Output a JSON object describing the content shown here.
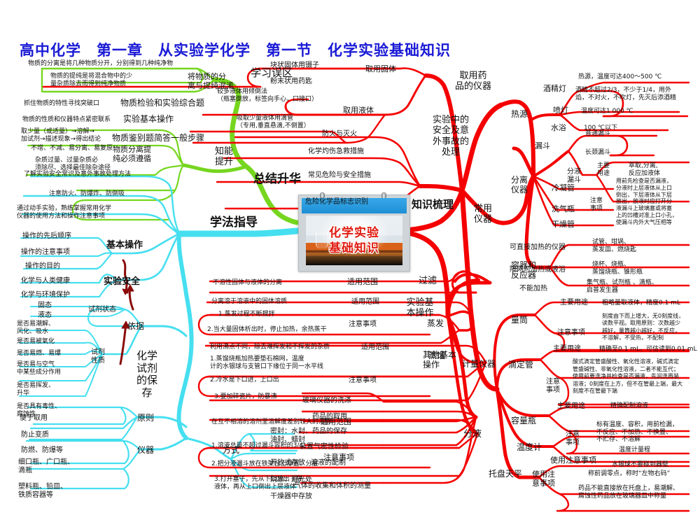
{
  "title": "高中化学　第一章　从实验学化学　第一节　化学实验基础知识",
  "center_card": {
    "line1": "化学实验",
    "line2": "基础知识"
  },
  "colors": {
    "title": "#1a1ad6",
    "green_branch": "#76d61f",
    "cyan_branch": "#46dff0",
    "red_branch": "#f40000",
    "card_text": "#e01b10"
  },
  "branches": {
    "green": {
      "name": "总结升华",
      "topics": [
        {
          "label": "学习误区",
          "children": [
            {
              "label": "将物质的分\n离与提纯混淆",
              "leaves": [
                "物质的分离是将几种物质分开，分别得到几种纯净物",
                "物质的提纯是将混合物中的少\n量杂质除去而得到纯净物质"
              ]
            }
          ]
        },
        {
          "label": "知能\n提升",
          "children": [
            {
              "label": "物质检验和实验综合题",
              "leaves": [
                "抓住物质的特性寻找突破口"
              ]
            },
            {
              "label": "实验基本操作",
              "leaves": [
                "物质的性质和仪器特点紧密联系"
              ]
            },
            {
              "label": "物质鉴别题简答一般步骤",
              "leaves": [
                "取少量（或适量）→溶解→\n加试剂→描述现象→得出结论"
              ]
            },
            {
              "label": "物质分离提\n纯必须遵循",
              "leaves": [
                "不增、不减、易分离、易复原",
                "杂质过量、过量杂质必\n须除尽、选择最佳除杂途径"
              ]
            }
          ]
        }
      ]
    },
    "cyan": {
      "name": "学法指导",
      "topics": [
        {
          "label": "",
          "leaves": [
            "了解实验安全常识及意外事故处理方法",
            "注意防火、防爆炸、防倒吸",
            "通过动手实验，熟练掌握常用化学\n仪器的使用方法和操作注意事项"
          ]
        },
        {
          "label": "基本操作",
          "leaves": [
            "操作的先后顺序",
            "操作的注意事项",
            "操作的目的"
          ]
        },
        {
          "label": "实验安全",
          "leaves": [
            "化学与人类健康",
            "化学与环境保护"
          ]
        },
        {
          "label": "化学\n试剂\n的保\n存",
          "children": [
            {
              "label": "依据",
              "subs": [
                {
                  "label": "试剂状态",
                  "leaves": [
                    "固态",
                    "液态"
                  ]
                },
                {
                  "label": "试剂\n性质",
                  "leaves": [
                    "是否易潮解、\n风化、吸水",
                    "是否易被氧化",
                    "是否易燃、易爆",
                    "是否易与空气\n中某些成分作用",
                    "是否易挥发、\n升华",
                    "是否具有毒性、\n腐蚀性"
                  ]
                }
              ]
            },
            {
              "label": "原则",
              "leaves": [
                "便于取用",
                "防止变质",
                "防燃、防爆等"
              ]
            },
            {
              "label": "仪器",
              "leaves": [
                "细口瓶、广口瓶、\n滴瓶",
                "塑料瓶、铅皿、\n铁质容器等"
              ]
            },
            {
              "label": "方式",
              "leaves": [
                "密封：水封、\n油封、蜡封",
                "开放式存放",
                "阴凉、避光处",
                "干燥器中存放"
              ]
            }
          ]
        }
      ]
    },
    "red": {
      "name": "知识梳理",
      "topics": [
        {
          "label": "取用药\n品的仪器",
          "children": [
            {
              "label": "取用固体",
              "leaves": [
                "块状固体用镊子",
                "粉末状用药匙"
              ]
            },
            {
              "label": "取用液体",
              "leaves": [
                "较多液体用倾倒法\n（瓶塞倒放，标签向手心，口接口）",
                "吸取少量液体用滴管\n（专用,垂直悬滴,不倒置）"
              ]
            }
          ]
        },
        {
          "label": "实验中的\n安全及意\n外事故的\n处理",
          "leaves": [
            "防火与灭火",
            "化学灼伤急救措施",
            "常见危险与安全措施",
            "危险化学品标志识别"
          ]
        },
        {
          "label": "常用\n仪器",
          "children": [
            {
              "label": "热源",
              "subs": [
                {
                  "label": "酒精灯",
                  "leaves": [
                    "热源，温度可达400～500 ℃",
                    "酒精不超过2/3，不少于1/4，用外\n焰，不对火，不吹灯，先灭后添酒精"
                  ]
                },
                {
                  "label": "喷灯",
                  "leaves": [
                    "温度可达1 000 ℃"
                  ]
                },
                {
                  "label": "水浴",
                  "leaves": [
                    "100 ℃以下"
                  ]
                }
              ]
            },
            {
              "label": "分离\n仪器",
              "subs": [
                {
                  "label": "漏斗",
                  "leaves": [
                    "普通漏斗",
                    "长颈漏斗"
                  ]
                },
                {
                  "label": "分液\n漏斗",
                  "leaves": [
                    "主要\n用途",
                    "萃取,分离,\n反应加液体",
                    "注意\n事项",
                    "用前先检查是否漏液，\n分液时上层液体从上口\n倒出，下层液体从下层\n放出，放液时应打开分\n液漏斗上玻璃塞或将塞\n上的凹槽对准上口小孔，\n使漏斗内外大气压相等"
                  ]
                },
                {
                  "label": "冷凝管",
                  "leaves": []
                },
                {
                  "label": "洗气瓶",
                  "leaves": []
                },
                {
                  "label": "干燥管",
                  "leaves": []
                }
              ]
            },
            {
              "label": "容器和\n反应器",
              "subs": [
                {
                  "label": "可直接加热的仪器",
                  "leaves": [
                    "试管、坩埚、\n蒸发皿、燃烧匙"
                  ]
                },
                {
                  "label": "隔网可加热或液浴",
                  "leaves": [
                    "烧杯、烧瓶、\n蒸馏烧瓶、锥形瓶"
                  ]
                },
                {
                  "label": "不能加热",
                  "leaves": [
                    "集气瓶、试剂瓶 、滴瓶、\n启普发生器"
                  ]
                }
              ]
            }
          ]
        },
        {
          "label": "计量仪器",
          "children": [
            {
              "label": "量筒",
              "subs": [
                {
                  "label": "主要用途",
                  "leaves": [
                    "粗略量取液体，精度0.1 mL"
                  ]
                },
                {
                  "label": "注意事项",
                  "leaves": [
                    "刻度由下而上增大，无0刻度线，\n读数平视。取用原则：次数越少\n越好，量筒越小越好，不反应，\n不溶解，不受热，不配制"
                  ]
                }
              ]
            },
            {
              "label": "滴定管",
              "subs": [
                {
                  "label": "主要用途",
                  "leaves": [
                    "精确至0.1 mL，可估读到0.01 mL"
                  ]
                },
                {
                  "label": "注意\n事项",
                  "leaves": [
                    "酸式滴定管盛酸性、氧化性溶液，碱式滴定\n管盛碱性、非氧化性溶液，二者不能互代；\n使用前要洗净并检查是否漏液，先润洗再装\n溶液；0刻度在上方，但不在管最上端，最大\n刻度不在管最下端"
                  ]
                }
              ]
            },
            {
              "label": "容量瓶",
              "subs": [
                {
                  "label": "主要用途",
                  "leaves": [
                    "精确配制溶液"
                  ]
                },
                {
                  "label": "注意\n事项",
                  "leaves": [
                    "标有温度、容积，用前检漏，\n不反应、不加热、不换置、\n不贮存、不溶解"
                  ]
                }
              ]
            },
            {
              "label": "温度计",
              "subs": [
                {
                  "label": "使用注意事项",
                  "leaves": [
                    "温度计量程",
                    "水银球不要碰到器壁"
                  ]
                }
              ]
            },
            {
              "label": "托盘天平",
              "subs": [
                {
                  "label": "使用注\n意事项",
                  "leaves": [
                    "称前调零点，称时“左物右码”",
                    "药品不能直接放在托盘上，易潮解、\n腐蚀性药品放在玻璃器皿中称量"
                  ]
                }
              ]
            }
          ]
        },
        {
          "label": "实验基\n本操作",
          "children": [
            {
              "label": "过滤",
              "subs": [
                {
                  "label": "适用范围",
                  "leaves": [
                    "不溶性固体与液体的分离"
                  ]
                }
              ]
            },
            {
              "label": "蒸发",
              "subs": [
                {
                  "label": "适用范围",
                  "leaves": [
                    "分离溶于溶液中的固体溶质"
                  ]
                },
                {
                  "label": "注意事项",
                  "leaves": [
                    "1.蒸发过程不断搅拌",
                    "2.当大量固体析出时，停止加热，余热蒸干"
                  ]
                }
              ]
            },
            {
              "label": "蒸馏",
              "subs": [
                {
                  "label": "适用范围",
                  "leaves": [
                    "利用沸点不同，除去难挥发和不挥发的杂质"
                  ]
                },
                {
                  "label": "注意事项",
                  "leaves": [
                    "1.蒸馏烧瓶加热要垫石棉网，温度\n计的水银球与支管口下缘位于同一水平线",
                    "2.冷水是下口进，上口出",
                    "3.要加碎瓷片，防暴沸"
                  ]
                }
              ]
            },
            {
              "label": "分液",
              "subs": [
                {
                  "label": "适用范围",
                  "leaves": [
                    "在互不相溶的溶剂里溶解度差别较大的溶质"
                  ]
                },
                {
                  "label": "注意事项",
                  "leaves": [
                    "1.溶液总量不超过漏斗容积的3/4",
                    "2.把分液漏斗放在铁架台上静置、分层",
                    "3.打开塞子，先从下口放出下层\n液体，再从上口倒出上层液体"
                  ]
                }
              ]
            }
          ]
        },
        {
          "label": "其他基本\n操作",
          "leaves": [
            "玻璃仪器的洗涤",
            "药品的取用",
            "药品的保存",
            "装置气密性检验",
            "溶液的配制",
            "气体的收集和体积的测量"
          ]
        }
      ]
    }
  }
}
